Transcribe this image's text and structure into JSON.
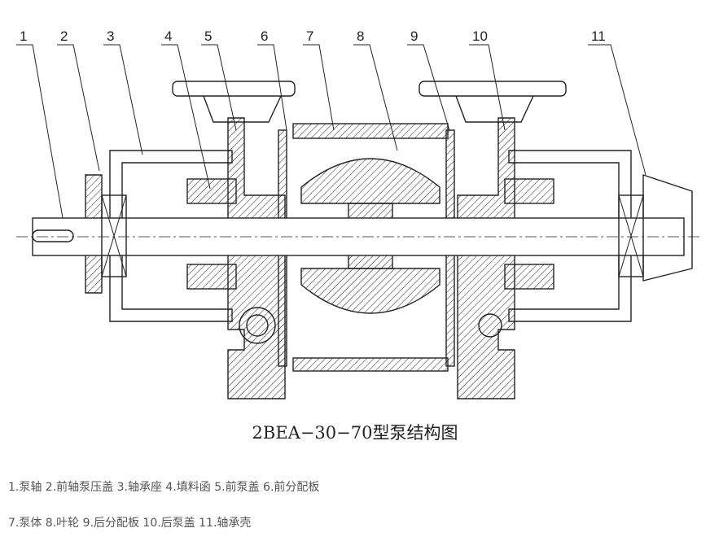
{
  "diagram": {
    "callouts": [
      "1",
      "2",
      "3",
      "4",
      "5",
      "6",
      "7",
      "8",
      "9",
      "10",
      "11"
    ],
    "caption": "2BEA−30−70型泵结构图"
  },
  "legend": {
    "line1": "1.泵轴  2.前轴泵压盖  3.轴承座  4.填料函  5.前泵盖  6.前分配板",
    "line2": "7.泵体  8.叶轮 9.后分配板  10.后泵盖 11.轴承壳"
  },
  "colors": {
    "line": "#222222",
    "text_muted": "#555555"
  }
}
